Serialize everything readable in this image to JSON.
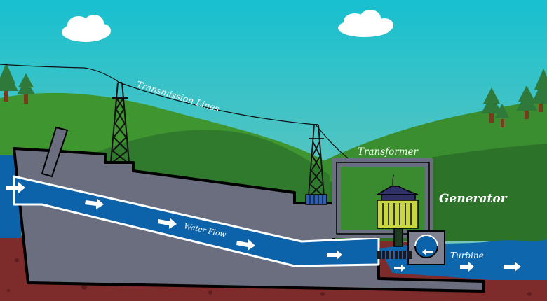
{
  "labels": {
    "transmission_lines": "Transmission Lines",
    "transformer": "Transformer",
    "generator": "Generator",
    "water_flow": "Water Flow",
    "turbine": "Turbine"
  },
  "icons": {
    "flow_arrow": "flow-arrow-icon",
    "cloud": "cloud-icon",
    "tree": "pine-tree-icon",
    "tower": "transmission-tower-icon"
  },
  "colors": {
    "sky_top": "#1cc0cf",
    "sky_bottom": "#7ec7b8",
    "hill_back": "#3d8f2f",
    "hill_front": "#2f7d2a",
    "water": "#0d62a8",
    "ground": "#7a2a2a",
    "concrete": "#6b6e7e",
    "outline": "#000000",
    "generator_coil": "#c9d642",
    "generator_top": "#2f2f6a",
    "tree_green": "#2f7a3a",
    "trunk": "#7a3b1c"
  }
}
